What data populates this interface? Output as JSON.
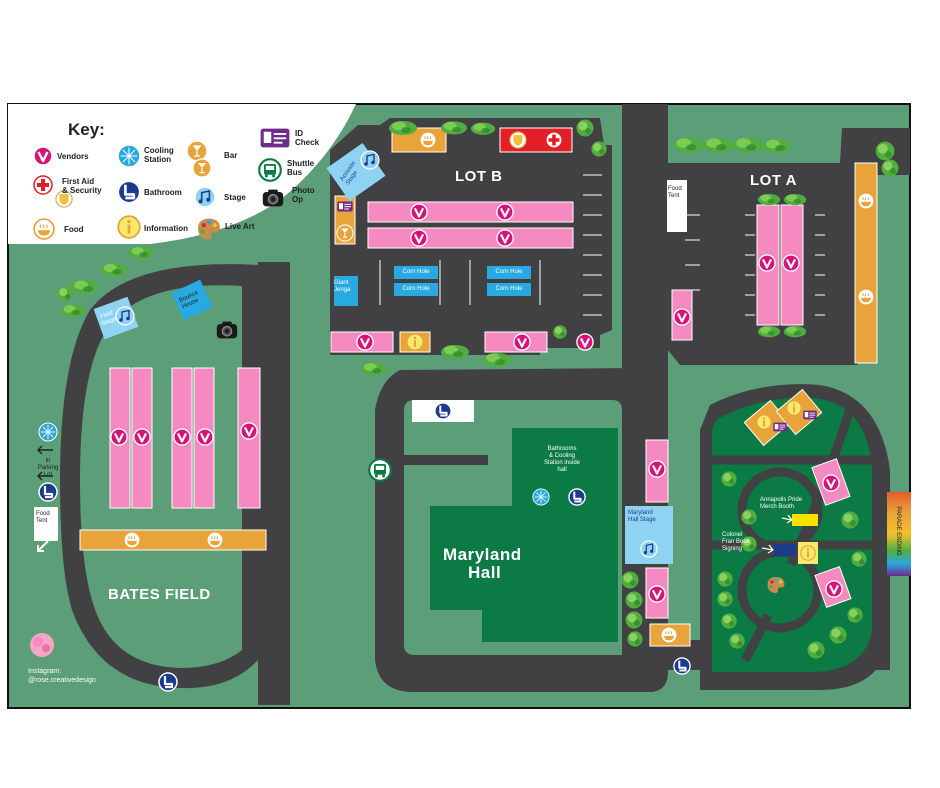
{
  "key": {
    "title": "Key:",
    "items": [
      {
        "id": "vendors",
        "label": "Vendors",
        "icon": "vendor-v-icon"
      },
      {
        "id": "first_aid",
        "label": "First Aid\n& Security",
        "icon": "first-aid-security-icon"
      },
      {
        "id": "food",
        "label": "Food",
        "icon": "food-icon"
      },
      {
        "id": "cooling",
        "label": "Cooling\nStation",
        "icon": "cooling-station-icon"
      },
      {
        "id": "bathroom",
        "label": "Bathroom",
        "icon": "bathroom-icon"
      },
      {
        "id": "information",
        "label": "Information",
        "icon": "information-icon"
      },
      {
        "id": "bar",
        "label": "Bar",
        "icon": "bar-icon"
      },
      {
        "id": "stage",
        "label": "Stage",
        "icon": "stage-icon"
      },
      {
        "id": "live_art",
        "label": "Live Art",
        "icon": "live-art-icon"
      },
      {
        "id": "id_check",
        "label": "ID\nCheck",
        "icon": "id-check-icon"
      },
      {
        "id": "shuttle",
        "label": "Shuttle\nBus",
        "icon": "shuttle-bus-icon"
      },
      {
        "id": "photo",
        "label": "Photo\nOp",
        "icon": "photo-op-icon"
      }
    ]
  },
  "areas": {
    "lot_b": "LOT B",
    "lot_a": "LOT A",
    "bates_field": "BATES FIELD",
    "maryland_hall_1": "Maryland",
    "maryland_hall_2": "Hall"
  },
  "labels": {
    "acoustic_stage": "Acoustic\nStage",
    "food_tent_a": "Food\nTent",
    "food_tent_bates": "Food\nTent",
    "giant_jenga": "Giant\nJenga",
    "corn_hole": "Corn Hole",
    "field_stage": "Field\nStage",
    "bounce_house": "Bounce\nHouse",
    "in_parking_lot": "In\nParking\nLot",
    "bathrooms_inside": "Bathrooms\n& Cooling\nStation inside\nhall",
    "maryland_hall_stage": "Maryland\nHall Stage",
    "annapolis_pride_merch": "Annapolis Pride\nMerch Booth",
    "colonel_book": "Colonel\nFran Book\nSigning",
    "parade_ending": "PARADE ENDING",
    "instagram": "Instagram:\n@rose.creativedesign",
    "vendor_mark": "V"
  },
  "colors": {
    "grass": "#5c9e78",
    "asphalt": "#414042",
    "hall_green": "#0b7a45",
    "vendor_pink": "#f48ac0",
    "vendor_magenta": "#d7127a",
    "food_orange": "#e8a33a",
    "cooling_blue": "#29a9e1",
    "bathroom_navy": "#1c3b8f",
    "first_aid_red": "#e21f26",
    "id_purple": "#6d2b8a",
    "tree_green": "#4fae3d"
  }
}
